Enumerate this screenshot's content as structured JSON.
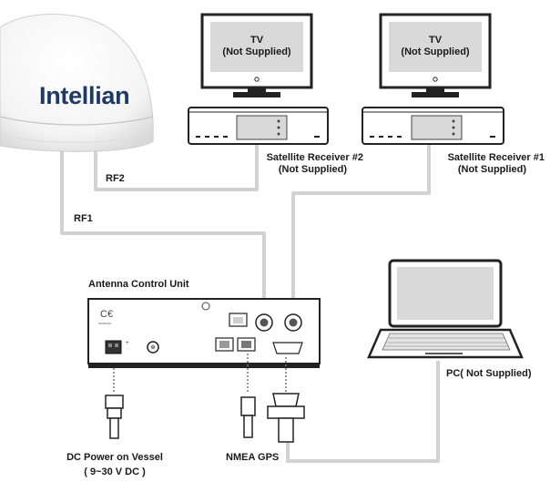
{
  "brand": "Intellian",
  "labels": {
    "tv1_line1": "TV",
    "tv1_line2": "(Not Supplied)",
    "tv2_line1": "TV",
    "tv2_line2": "(Not Supplied)",
    "receiver2_line1": "Satellite Receiver #2",
    "receiver2_line2": "(Not Supplied)",
    "receiver1_line1": "Satellite Receiver #1",
    "receiver1_line2": "(Not Supplied)",
    "rf2": "RF2",
    "rf1": "RF1",
    "acu": "Antenna Control Unit",
    "pc": "PC( Not Supplied)",
    "dc_line1": "DC Power on Vessel",
    "dc_line2": "( 9~30 V DC )",
    "gps": "NMEA GPS"
  },
  "colors": {
    "cable": "#d2d2d2",
    "outline": "#222222",
    "screen": "#d9d9d9",
    "brand": "#1d3a66"
  }
}
